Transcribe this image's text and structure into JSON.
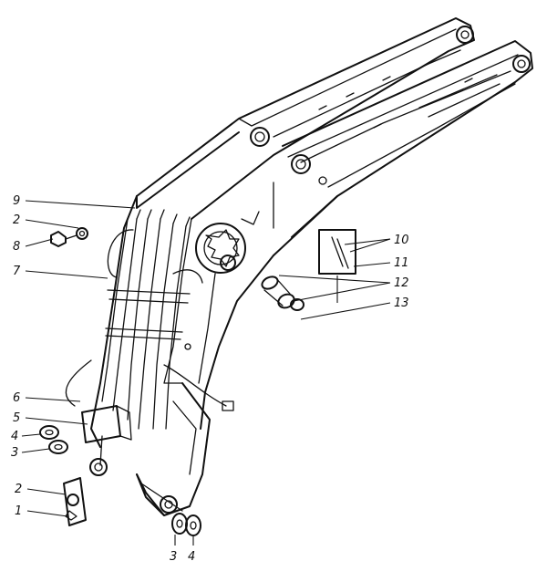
{
  "callouts": {
    "c1": "1",
    "c2a": "2",
    "c2b": "2",
    "c3a": "3",
    "c3b": "3",
    "c4a": "4",
    "c4b": "4",
    "c5": "5",
    "c6": "6",
    "c7": "7",
    "c8": "8",
    "c9": "9",
    "c10": "10",
    "c11": "11",
    "c12": "12",
    "c13": "13"
  }
}
